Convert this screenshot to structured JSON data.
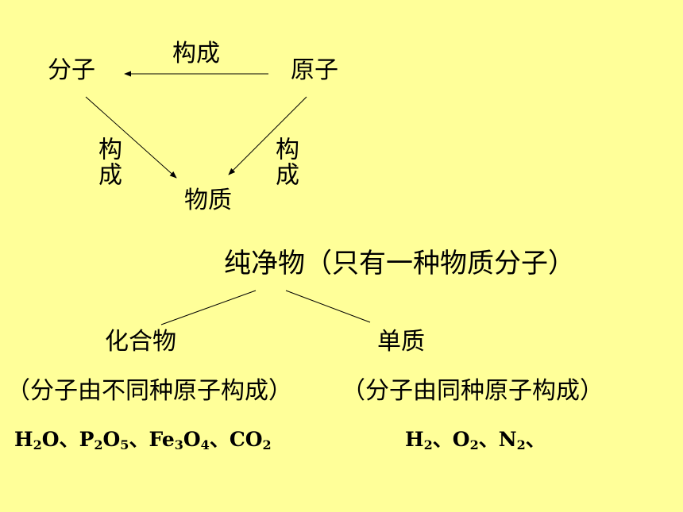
{
  "top_diagram": {
    "molecule": "分子",
    "atom": "原子",
    "substance": "物质",
    "compose_top": "构成",
    "compose_left": "构成",
    "compose_right": "构成"
  },
  "tree": {
    "root": "纯净物（只有一种物质分子）",
    "left_title": "化合物",
    "right_title": "单质",
    "left_desc": "（分子由不同种原子构成）",
    "right_desc": "（分子由同种原子构成）"
  },
  "formulas": {
    "compounds": [
      {
        "parts": [
          "H",
          "2",
          "O"
        ],
        "sep": "、"
      },
      {
        "parts": [
          "P",
          "2",
          "O",
          "5"
        ],
        "sep": "、"
      },
      {
        "parts": [
          "Fe",
          "3",
          "O",
          "4"
        ],
        "sep": "、"
      },
      {
        "parts": [
          "CO",
          "2"
        ],
        "sep": ""
      }
    ],
    "elements": [
      {
        "parts": [
          "H",
          "2"
        ],
        "sep": "、"
      },
      {
        "parts": [
          "O",
          "2"
        ],
        "sep": "、"
      },
      {
        "parts": [
          "N",
          "2"
        ],
        "sep": "、"
      }
    ]
  }
}
